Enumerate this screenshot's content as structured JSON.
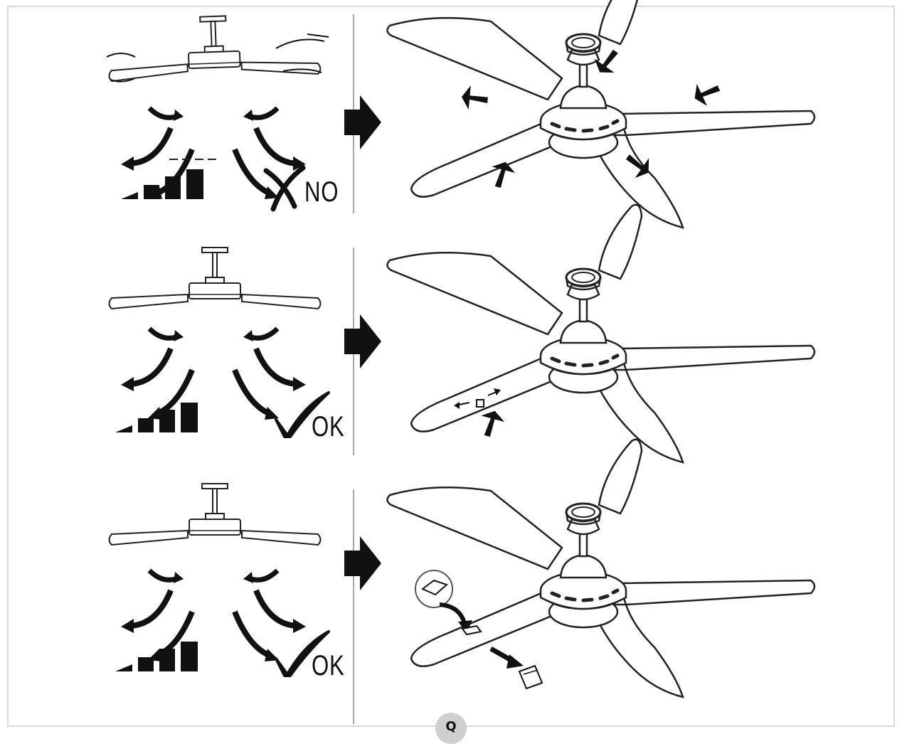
{
  "page": {
    "label": "Q",
    "badge_color": "#cfcfcf",
    "frame_color": "#d9d9d9"
  },
  "rows": [
    {
      "id": "unbalanced",
      "verdict": "NO",
      "verdict_icon": "cross-mark-icon",
      "fix": "clip-balance-weights",
      "wobble": true
    },
    {
      "id": "balancing-clip",
      "verdict": "OK",
      "verdict_icon": "check-mark-icon",
      "fix": "slide-balancing-clip",
      "wobble": false
    },
    {
      "id": "balancing-weight",
      "verdict": "OK",
      "verdict_icon": "check-mark-icon",
      "fix": "stick-balancing-weight",
      "wobble": false
    }
  ],
  "icons": [
    "ceiling-fan-icon",
    "airflow-arrows-icon",
    "speed-bars-icon",
    "right-arrow-icon",
    "pointer-arrow-icon",
    "balancing-clip-icon",
    "balancing-weight-icon"
  ]
}
